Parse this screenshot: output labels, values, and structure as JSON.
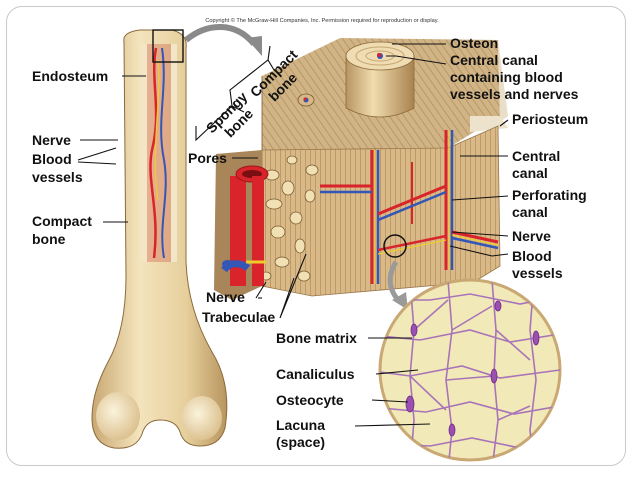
{
  "copyright": "Copyright © The McGraw-Hill Companies, Inc. Permission required for reproduction or display.",
  "labels": {
    "endosteum": "Endosteum",
    "nerve_left": "Nerve",
    "blood_vessels_left": [
      "Blood",
      "vessels"
    ],
    "compact_bone_left": [
      "Compact",
      "bone"
    ],
    "compact_bone_diag": [
      "Compact",
      "bone"
    ],
    "spongy_bone_diag": [
      "Spongy",
      "bone"
    ],
    "pores": "Pores",
    "nerve_bottom": "Nerve",
    "trabeculae": "Trabeculae",
    "osteon": "Osteon",
    "central_canal_vessels": [
      "Central canal",
      "containing blood",
      "vessels and nerves"
    ],
    "periosteum": "Periosteum",
    "central_canal": [
      "Central",
      "canal"
    ],
    "perforating_canal": [
      "Perforating",
      "canal"
    ],
    "nerve_right": "Nerve",
    "blood_vessels_right": [
      "Blood",
      "vessels"
    ],
    "bone_matrix": "Bone matrix",
    "canaliculus": "Canaliculus",
    "osteocyte": "Osteocyte",
    "lacuna": [
      "Lacuna",
      "(space)"
    ]
  },
  "colors": {
    "bone": "#e8d3a4",
    "bone_dark": "#c9a873",
    "spongy": "#a88659",
    "artery": "#d8242a",
    "vein": "#3456b7",
    "nerve": "#f1cc2d",
    "matrix": "#f2e9b8",
    "canaliculi": "#a874b8"
  }
}
